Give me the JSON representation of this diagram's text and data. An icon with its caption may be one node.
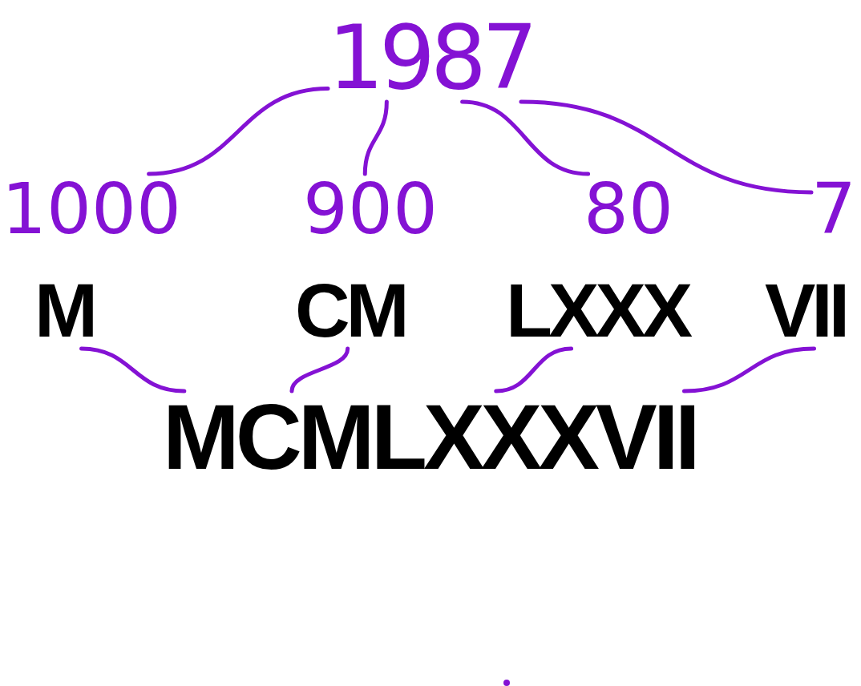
{
  "diagram": {
    "nodes": [
      {
        "text": [
          "1987"
        ]
      },
      {
        "text": [
          "1000"
        ]
      },
      {
        "text": [
          "900"
        ]
      },
      {
        "text": [
          "80"
        ]
      },
      {
        "text": [
          "7"
        ]
      },
      {
        "text": [
          "M"
        ]
      },
      {
        "text": [
          "CM"
        ]
      },
      {
        "text": [
          "LXXX"
        ]
      },
      {
        "text": [
          "VII"
        ]
      },
      {
        "text": [
          "MCMLXXXVII"
        ]
      }
    ],
    "edges": [
      {
        "from": 0,
        "to": 1,
        "arrow": "none"
      },
      {
        "from": 0,
        "to": 2,
        "arrow": "none"
      },
      {
        "from": 0,
        "to": 3,
        "arrow": "none"
      },
      {
        "from": 0,
        "to": 4,
        "arrow": "none"
      },
      {
        "from": 5,
        "to": 9,
        "arrow": "none"
      },
      {
        "from": 6,
        "to": 9,
        "arrow": "none"
      },
      {
        "from": 7,
        "to": 9,
        "arrow": "none"
      },
      {
        "from": 8,
        "to": 9,
        "arrow": "none"
      }
    ]
  }
}
